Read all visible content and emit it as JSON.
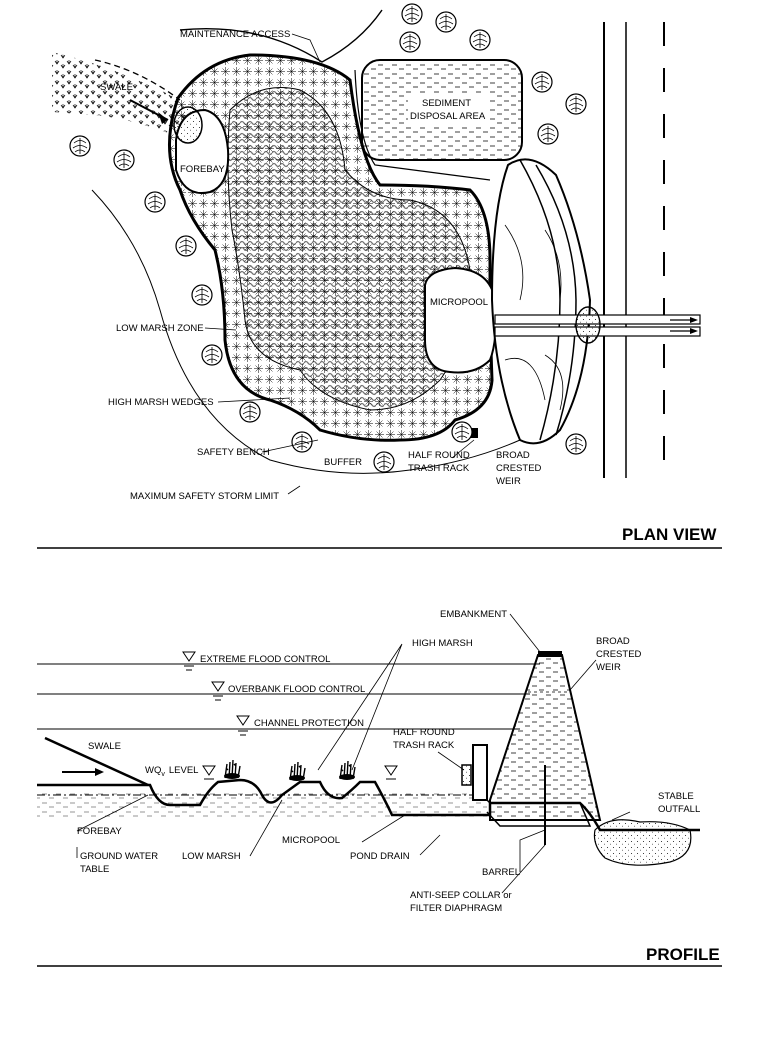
{
  "plan": {
    "title": "PLAN VIEW",
    "labels": {
      "maintenance_access": "MAINTENANCE ACCESS",
      "swale": "SWALE",
      "sediment_1": "SEDIMENT",
      "sediment_2": "DISPOSAL AREA",
      "forebay": "FOREBAY",
      "micropool": "MICROPOOL",
      "low_marsh_zone": "LOW MARSH ZONE",
      "high_marsh_wedges": "HIGH MARSH WEDGES",
      "safety_bench": "SAFETY BENCH",
      "buffer": "BUFFER",
      "trash_rack_1": "HALF ROUND",
      "trash_rack_2": "TRASH RACK",
      "weir_1": "BROAD",
      "weir_2": "CRESTED",
      "weir_3": "WEIR",
      "max_storm": "MAXIMUM SAFETY STORM LIMIT"
    }
  },
  "profile": {
    "title": "PROFILE",
    "labels": {
      "embankment": "EMBANKMENT",
      "high_marsh": "HIGH MARSH",
      "weir_1": "BROAD",
      "weir_2": "CRESTED",
      "weir_3": "WEIR",
      "extreme_flood": "EXTREME FLOOD CONTROL",
      "overbank_flood": "OVERBANK FLOOD CONTROL",
      "channel_protection": "CHANNEL PROTECTION",
      "swale": "SWALE",
      "wqv_level": "WQ",
      "wqv_sub": "v",
      "wqv_level_2": "LEVEL",
      "trash_rack_1": "HALF ROUND",
      "trash_rack_2": "TRASH RACK",
      "stable_outfall_1": "STABLE",
      "stable_outfall_2": "OUTFALL",
      "forebay": "FOREBAY",
      "ground_water_1": "GROUND WATER",
      "ground_water_2": "TABLE",
      "low_marsh": "LOW MARSH",
      "micropool": "MICROPOOL",
      "pond_drain": "POND DRAIN",
      "barrel": "BARREL",
      "anti_seep_1": "ANTI-SEEP COLLAR or",
      "anti_seep_2": "FILTER DIAPHRAGM"
    }
  }
}
